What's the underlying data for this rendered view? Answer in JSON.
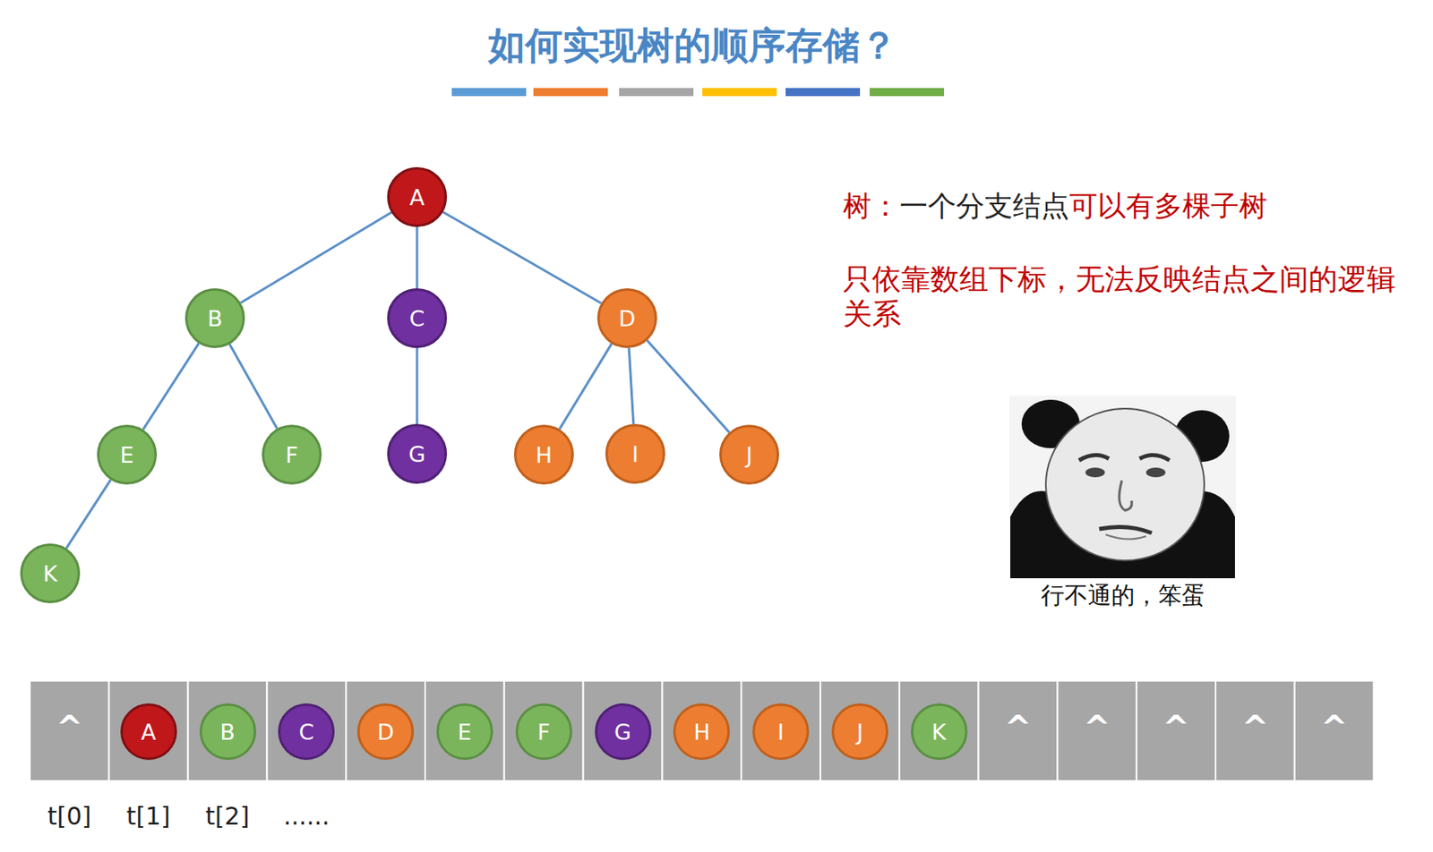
{
  "diagram": {
    "title": "如何实现树的顺序存储？",
    "nodes": [
      {
        "text": [
          "A"
        ]
      },
      {
        "text": [
          "B"
        ]
      },
      {
        "text": [
          "C"
        ]
      },
      {
        "text": [
          "D"
        ]
      },
      {
        "text": [
          "E"
        ]
      },
      {
        "text": [
          "F"
        ]
      },
      {
        "text": [
          "G"
        ]
      },
      {
        "text": [
          "H"
        ]
      },
      {
        "text": [
          "I"
        ]
      },
      {
        "text": [
          "J"
        ]
      },
      {
        "text": [
          "K"
        ]
      },
      {
        "text": [
          "A"
        ]
      },
      {
        "text": [
          "B"
        ]
      },
      {
        "text": [
          "C"
        ]
      },
      {
        "text": [
          "D"
        ]
      },
      {
        "text": [
          "E"
        ]
      },
      {
        "text": [
          "F"
        ]
      },
      {
        "text": [
          "G"
        ]
      },
      {
        "text": [
          "H"
        ]
      },
      {
        "text": [
          "I"
        ]
      },
      {
        "text": [
          "J"
        ]
      },
      {
        "text": [
          "K"
        ]
      }
    ],
    "edges": [
      {
        "from": 0,
        "to": 1,
        "arrow": "none"
      },
      {
        "from": 0,
        "to": 2,
        "arrow": "none"
      },
      {
        "from": 0,
        "to": 3,
        "arrow": "none"
      },
      {
        "from": 1,
        "to": 4,
        "arrow": "none"
      },
      {
        "from": 1,
        "to": 5,
        "arrow": "none"
      },
      {
        "from": 2,
        "to": 6,
        "arrow": "none"
      },
      {
        "from": 3,
        "to": 7,
        "arrow": "none"
      },
      {
        "from": 3,
        "to": 8,
        "arrow": "none"
      },
      {
        "from": 3,
        "to": 9,
        "arrow": "none"
      },
      {
        "from": 4,
        "to": 10,
        "arrow": "none"
      }
    ],
    "labels": [
      "树：",
      "一个分支结点",
      "可以有多棵子树",
      "只依靠数组下标，无法反映结点之间的逻辑关系",
      "行不通的，笨蛋",
      "^",
      "^",
      "^",
      "^",
      "^",
      "^",
      "t[0]",
      "t[1]",
      "t[2]",
      "......"
    ]
  }
}
